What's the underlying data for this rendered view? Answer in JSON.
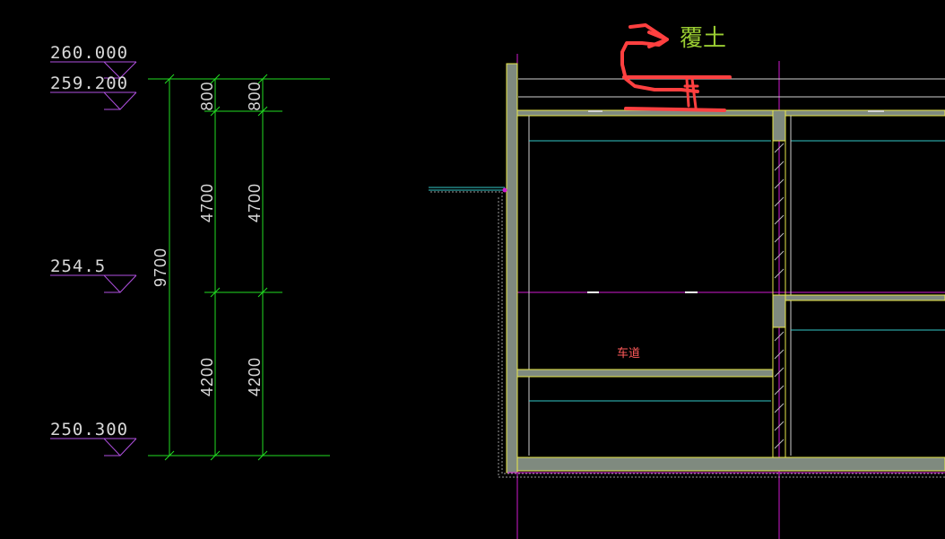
{
  "colors": {
    "background": "#000000",
    "dimension": "#22dd22",
    "elevation_marker": "#b050e0",
    "text": "#d9d9d9",
    "wall_fill": "#7f8a7f",
    "wall_edge": "#e8e84a",
    "cyan": "#35c8c8",
    "magenta": "#d11ad1",
    "annotation": "#ff4040",
    "annotation_text": "#9acd32"
  },
  "elevations": {
    "e1": "260.000",
    "e2": "259.200",
    "e3": "254.5",
    "e4": "250.300"
  },
  "dimensions": {
    "total": "9700",
    "col_a": {
      "top": "800",
      "mid": "4700",
      "bottom": "4200"
    },
    "col_b": {
      "top": "800",
      "mid": "4700",
      "bottom": "4200"
    }
  },
  "annotation": {
    "label": "覆土"
  },
  "section": {
    "room_label": "车道"
  }
}
